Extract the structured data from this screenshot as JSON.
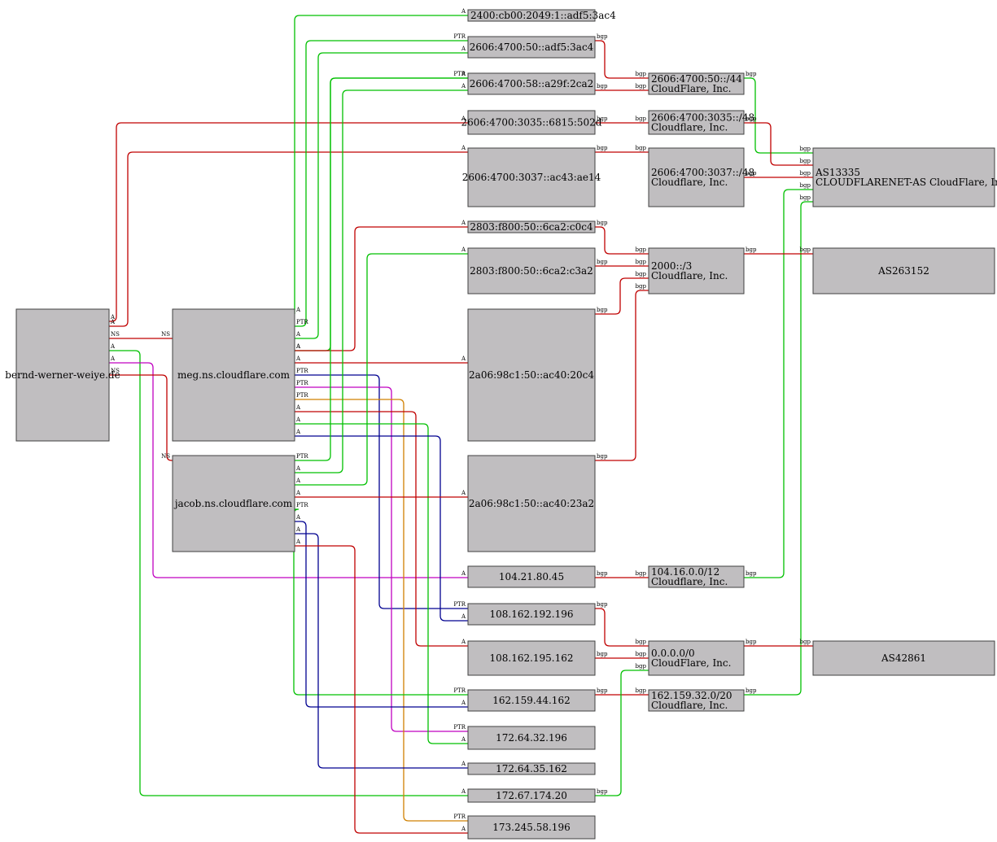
{
  "diagram": {
    "colors": {
      "red": "#c00000",
      "green": "#00c000",
      "magenta": "#c000c0",
      "navy": "#000090",
      "orange": "#d08000",
      "node_fill": "#c0bec0",
      "node_border": "#404040"
    },
    "nodes": [
      {
        "id": "domain",
        "lines": [
          "bernd-werner-weiye.de"
        ]
      },
      {
        "id": "meg",
        "lines": [
          "meg.ns.cloudflare.com"
        ]
      },
      {
        "id": "jacob",
        "lines": [
          "jacob.ns.cloudflare.com"
        ]
      },
      {
        "id": "ip6_1",
        "lines": [
          "2400:cb00:2049:1::adf5:3ac4"
        ]
      },
      {
        "id": "ip6_2",
        "lines": [
          "2606:4700:50::adf5:3ac4"
        ]
      },
      {
        "id": "ip6_3",
        "lines": [
          "2606:4700:58::a29f:2ca2"
        ]
      },
      {
        "id": "ip6_4",
        "lines": [
          "2606:4700:3035::6815:502d"
        ]
      },
      {
        "id": "ip6_5",
        "lines": [
          "2606:4700:3037::ac43:ae14"
        ]
      },
      {
        "id": "ip6_6",
        "lines": [
          "2803:f800:50::6ca2:c0c4"
        ]
      },
      {
        "id": "ip6_7",
        "lines": [
          "2803:f800:50::6ca2:c3a2"
        ]
      },
      {
        "id": "ip6_8",
        "lines": [
          "2a06:98c1:50::ac40:20c4"
        ]
      },
      {
        "id": "ip6_9",
        "lines": [
          "2a06:98c1:50::ac40:23a2"
        ]
      },
      {
        "id": "ip4_1",
        "lines": [
          "104.21.80.45"
        ]
      },
      {
        "id": "ip4_2",
        "lines": [
          "108.162.192.196"
        ]
      },
      {
        "id": "ip4_3",
        "lines": [
          "108.162.195.162"
        ]
      },
      {
        "id": "ip4_4",
        "lines": [
          "162.159.44.162"
        ]
      },
      {
        "id": "ip4_5",
        "lines": [
          "172.64.32.196"
        ]
      },
      {
        "id": "ip4_6",
        "lines": [
          "172.64.35.162"
        ]
      },
      {
        "id": "ip4_7",
        "lines": [
          "172.67.174.20"
        ]
      },
      {
        "id": "ip4_8",
        "lines": [
          "173.245.58.196"
        ]
      },
      {
        "id": "pfx_1",
        "lines": [
          "2606:4700:50::/44",
          "CloudFlare, Inc."
        ]
      },
      {
        "id": "pfx_2",
        "lines": [
          "2606:4700:3035::/48",
          "Cloudflare, Inc."
        ]
      },
      {
        "id": "pfx_3",
        "lines": [
          "2606:4700:3037::/48",
          "Cloudflare, Inc."
        ]
      },
      {
        "id": "pfx_4",
        "lines": [
          "2000::/3",
          "Cloudflare, Inc."
        ]
      },
      {
        "id": "pfx_5",
        "lines": [
          "104.16.0.0/12",
          "Cloudflare, Inc."
        ]
      },
      {
        "id": "pfx_6",
        "lines": [
          "0.0.0.0/0",
          "CloudFlare, Inc."
        ]
      },
      {
        "id": "pfx_7",
        "lines": [
          "162.159.32.0/20",
          "Cloudflare, Inc."
        ]
      },
      {
        "id": "as_1",
        "lines": [
          "AS13335",
          "CLOUDFLARENET-AS CloudFlare, Inc."
        ]
      },
      {
        "id": "as_2",
        "lines": [
          "AS263152"
        ]
      },
      {
        "id": "as_3",
        "lines": [
          "AS42861"
        ]
      }
    ],
    "edges": [
      {
        "from": "domain",
        "to": "ip6_4",
        "color": "red",
        "label": "A"
      },
      {
        "from": "domain",
        "to": "ip6_5",
        "color": "red",
        "label": "A"
      },
      {
        "from": "domain",
        "to": "meg",
        "color": "red",
        "label": "NS"
      },
      {
        "from": "domain",
        "to": "ip4_7",
        "color": "green",
        "label": "A"
      },
      {
        "from": "domain",
        "to": "ip4_1",
        "color": "magenta",
        "label": "A"
      },
      {
        "from": "domain",
        "to": "jacob",
        "color": "red",
        "label": "NS"
      },
      {
        "from": "meg",
        "to": "ip6_1",
        "color": "green",
        "label": "A"
      },
      {
        "from": "meg",
        "to": "ip6_2",
        "color": "green",
        "label": "PTR"
      },
      {
        "from": "meg",
        "to": "ip6_2",
        "color": "green",
        "label": "A"
      },
      {
        "from": "meg",
        "to": "ip6_3",
        "color": "green",
        "label": "A"
      },
      {
        "from": "meg",
        "to": "ip6_6",
        "color": "red",
        "label": "A"
      },
      {
        "from": "meg",
        "to": "ip6_8",
        "color": "red",
        "label": "A"
      },
      {
        "from": "meg",
        "to": "ip4_2",
        "color": "navy",
        "label": "PTR"
      },
      {
        "from": "meg",
        "to": "ip4_5",
        "color": "magenta",
        "label": "PTR"
      },
      {
        "from": "meg",
        "to": "ip4_8",
        "color": "orange",
        "label": "PTR"
      },
      {
        "from": "meg",
        "to": "ip4_3",
        "color": "red",
        "label": "A"
      },
      {
        "from": "meg",
        "to": "ip4_5",
        "color": "green",
        "label": "A"
      },
      {
        "from": "meg",
        "to": "ip4_2",
        "color": "navy",
        "label": "A"
      },
      {
        "from": "jacob",
        "to": "ip6_3",
        "color": "green",
        "label": "PTR"
      },
      {
        "from": "jacob",
        "to": "ip6_3",
        "color": "green",
        "label": "A"
      },
      {
        "from": "jacob",
        "to": "ip6_7",
        "color": "green",
        "label": "A"
      },
      {
        "from": "jacob",
        "to": "ip6_9",
        "color": "red",
        "label": "A"
      },
      {
        "from": "jacob",
        "to": "ip4_4",
        "color": "green",
        "label": "PTR"
      },
      {
        "from": "jacob",
        "to": "ip4_4",
        "color": "navy",
        "label": "A"
      },
      {
        "from": "jacob",
        "to": "ip4_6",
        "color": "navy",
        "label": "A"
      },
      {
        "from": "jacob",
        "to": "ip4_8",
        "color": "red",
        "label": "A"
      },
      {
        "from": "ip6_2",
        "to": "pfx_1",
        "color": "red",
        "label": "bgp"
      },
      {
        "from": "ip6_3",
        "to": "pfx_1",
        "color": "red",
        "label": "bgp"
      },
      {
        "from": "ip6_4",
        "to": "pfx_2",
        "color": "red",
        "label": "bgp"
      },
      {
        "from": "ip6_5",
        "to": "pfx_3",
        "color": "red",
        "label": "bgp"
      },
      {
        "from": "ip6_6",
        "to": "pfx_4",
        "color": "red",
        "label": "bgp"
      },
      {
        "from": "ip6_7",
        "to": "pfx_4",
        "color": "red",
        "label": "bgp"
      },
      {
        "from": "ip6_8",
        "to": "pfx_4",
        "color": "red",
        "label": "bgp"
      },
      {
        "from": "ip6_9",
        "to": "pfx_4",
        "color": "red",
        "label": "bgp"
      },
      {
        "from": "ip4_1",
        "to": "pfx_5",
        "color": "red",
        "label": "bgp"
      },
      {
        "from": "ip4_2",
        "to": "pfx_6",
        "color": "red",
        "label": "bgp"
      },
      {
        "from": "ip4_3",
        "to": "pfx_6",
        "color": "red",
        "label": "bgp"
      },
      {
        "from": "ip4_4",
        "to": "pfx_7",
        "color": "red",
        "label": "bgp"
      },
      {
        "from": "ip4_7",
        "to": "pfx_6",
        "color": "green",
        "label": "bgp"
      },
      {
        "from": "pfx_1",
        "to": "as_1",
        "color": "green",
        "label": "bgp"
      },
      {
        "from": "pfx_2",
        "to": "as_1",
        "color": "red",
        "label": "bgp"
      },
      {
        "from": "pfx_3",
        "to": "as_1",
        "color": "red",
        "label": "bgp"
      },
      {
        "from": "pfx_5",
        "to": "as_1",
        "color": "green",
        "label": "bgp"
      },
      {
        "from": "pfx_7",
        "to": "as_1",
        "color": "green",
        "label": "bgp"
      },
      {
        "from": "pfx_4",
        "to": "as_2",
        "color": "red",
        "label": "bgp"
      },
      {
        "from": "pfx_6",
        "to": "as_3",
        "color": "red",
        "label": "bgp"
      }
    ]
  }
}
